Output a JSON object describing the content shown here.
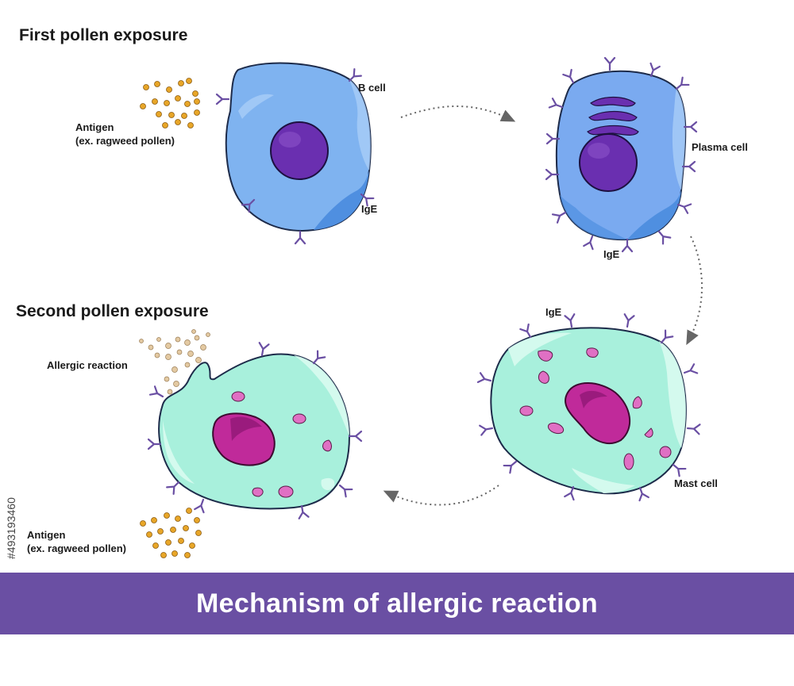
{
  "titles": {
    "first_exposure": "First pollen exposure",
    "second_exposure": "Second pollen exposure"
  },
  "labels": {
    "antigen_top_line1": "Antigen",
    "antigen_top_line2": "(ex. ragweed pollen)",
    "b_cell": "B cell",
    "ige_bcell": "IgE",
    "plasma_cell": "Plasma cell",
    "ige_plasma": "IgE",
    "ige_mast": "IgE",
    "mast_cell": "Mast cell",
    "allergic_reaction": "Allergic reaction",
    "antigen_bottom_line1": "Antigen",
    "antigen_bottom_line2": "(ex. ragweed pollen)"
  },
  "footer": {
    "title": "Mechanism of allergic reaction"
  },
  "watermark": {
    "id_text": "#493193460"
  },
  "colors": {
    "b_cell_body": "#7fb3f0",
    "plasma_body": "#7aaaf0",
    "cell_dark_blue": "#4f8fe0",
    "nucleus_purple": "#6a2fb0",
    "mast_body": "#a8f0dc",
    "mast_light": "#d8fbef",
    "mast_nucleus": "#c02a9a",
    "granule_pink": "#e070c4",
    "antibody_purple": "#6a4fa3",
    "pollen_orange": "#e8a628",
    "pollen_tan": "#e3c9a2",
    "footer_purple": "#6a4fa3"
  }
}
